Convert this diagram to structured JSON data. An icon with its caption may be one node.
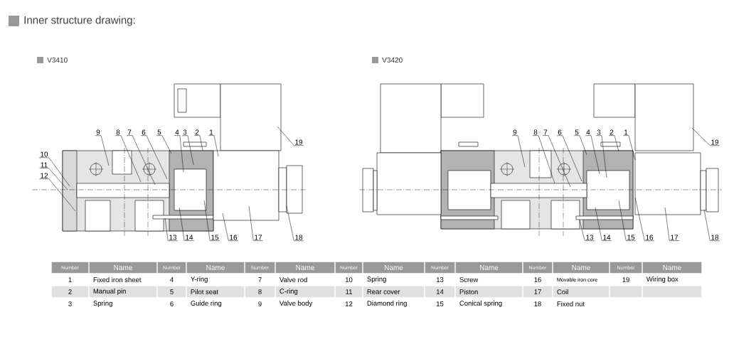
{
  "diagram": {
    "title": "Inner structure drawing:",
    "nodes": [
      {
        "text": [
          "9"
        ]
      },
      {
        "text": [
          "8"
        ]
      },
      {
        "text": [
          "7"
        ]
      },
      {
        "text": [
          "6"
        ]
      },
      {
        "text": [
          "5"
        ]
      },
      {
        "text": [
          "4"
        ]
      },
      {
        "text": [
          "3"
        ]
      },
      {
        "text": [
          "2"
        ]
      },
      {
        "text": [
          "1"
        ]
      },
      {
        "text": [
          "10"
        ]
      },
      {
        "text": [
          "11"
        ]
      },
      {
        "text": [
          "12"
        ]
      },
      {
        "text": [
          "19"
        ]
      },
      {
        "text": [
          "13"
        ]
      },
      {
        "text": [
          "14"
        ]
      },
      {
        "text": [
          "15"
        ]
      },
      {
        "text": [
          "16"
        ]
      },
      {
        "text": [
          "17"
        ]
      },
      {
        "text": [
          "18"
        ]
      },
      {
        "text": [
          "9"
        ]
      },
      {
        "text": [
          "8"
        ]
      },
      {
        "text": [
          "7"
        ]
      },
      {
        "text": [
          "6"
        ]
      },
      {
        "text": [
          "5"
        ]
      },
      {
        "text": [
          "4"
        ]
      },
      {
        "text": [
          "3"
        ]
      },
      {
        "text": [
          "2"
        ]
      },
      {
        "text": [
          "1"
        ]
      },
      {
        "text": [
          "19"
        ]
      },
      {
        "text": [
          "13"
        ]
      },
      {
        "text": [
          "14"
        ]
      },
      {
        "text": [
          "15"
        ]
      },
      {
        "text": [
          "16"
        ]
      },
      {
        "text": [
          "17"
        ]
      },
      {
        "text": [
          "18"
        ]
      }
    ],
    "edges": [
      {
        "from": 0,
        "to": null,
        "arrow": "none"
      },
      {
        "from": 1,
        "to": null,
        "arrow": "none"
      },
      {
        "from": 2,
        "to": null,
        "arrow": "none"
      },
      {
        "from": 3,
        "to": null,
        "arrow": "none"
      },
      {
        "from": 4,
        "to": null,
        "arrow": "none"
      },
      {
        "from": 5,
        "to": null,
        "arrow": "none"
      },
      {
        "from": 6,
        "to": null,
        "arrow": "none"
      },
      {
        "from": 7,
        "to": null,
        "arrow": "none"
      },
      {
        "from": 8,
        "to": null,
        "arrow": "none"
      },
      {
        "from": 9,
        "to": null,
        "arrow": "none"
      },
      {
        "from": 10,
        "to": null,
        "arrow": "none"
      },
      {
        "from": 11,
        "to": null,
        "arrow": "none"
      },
      {
        "from": 12,
        "to": null,
        "arrow": "none"
      },
      {
        "from": 13,
        "to": null,
        "arrow": "none"
      },
      {
        "from": 14,
        "to": null,
        "arrow": "none"
      },
      {
        "from": 15,
        "to": null,
        "arrow": "none"
      },
      {
        "from": 16,
        "to": null,
        "arrow": "none"
      },
      {
        "from": 17,
        "to": null,
        "arrow": "none"
      },
      {
        "from": 18,
        "to": null,
        "arrow": "none"
      },
      {
        "from": 19,
        "to": null,
        "arrow": "none"
      },
      {
        "from": 20,
        "to": null,
        "arrow": "none"
      },
      {
        "from": 21,
        "to": null,
        "arrow": "none"
      },
      {
        "from": 22,
        "to": null,
        "arrow": "none"
      },
      {
        "from": 23,
        "to": null,
        "arrow": "none"
      },
      {
        "from": 24,
        "to": null,
        "arrow": "none"
      },
      {
        "from": 25,
        "to": null,
        "arrow": "none"
      },
      {
        "from": 26,
        "to": null,
        "arrow": "none"
      },
      {
        "from": 27,
        "to": null,
        "arrow": "none"
      },
      {
        "from": 28,
        "to": null,
        "arrow": "none"
      },
      {
        "from": 29,
        "to": null,
        "arrow": "none"
      },
      {
        "from": 30,
        "to": null,
        "arrow": "none"
      },
      {
        "from": 31,
        "to": null,
        "arrow": "none"
      },
      {
        "from": 32,
        "to": null,
        "arrow": "none"
      },
      {
        "from": 33,
        "to": null,
        "arrow": "none"
      },
      {
        "from": 34,
        "to": null,
        "arrow": "none"
      }
    ],
    "labels": [
      "V3410",
      "V3420",
      "Number",
      "Name",
      "Number",
      "Name",
      "Number",
      "Name",
      "Number",
      "Name",
      "Number",
      "Name",
      "Number",
      "Name",
      "Number",
      "Name",
      "1",
      "Fixed iron sheet",
      "4",
      "Y-ring",
      "7",
      "Valve rod",
      "10",
      "Spring",
      "13",
      "Screw",
      "16",
      "Movable iron core",
      "19",
      "Wiring box",
      "2",
      "Manual pin",
      "5",
      "Pilot seat",
      "8",
      "C-ring",
      "11",
      "Rear cover",
      "14",
      "Piston",
      "17",
      "Coil",
      "3",
      "Spring",
      "6",
      "Guide ring",
      "9",
      "Valve body",
      "12",
      "Diamond ring",
      "15",
      "Conical spring",
      "18",
      "Fixed nut"
    ]
  }
}
